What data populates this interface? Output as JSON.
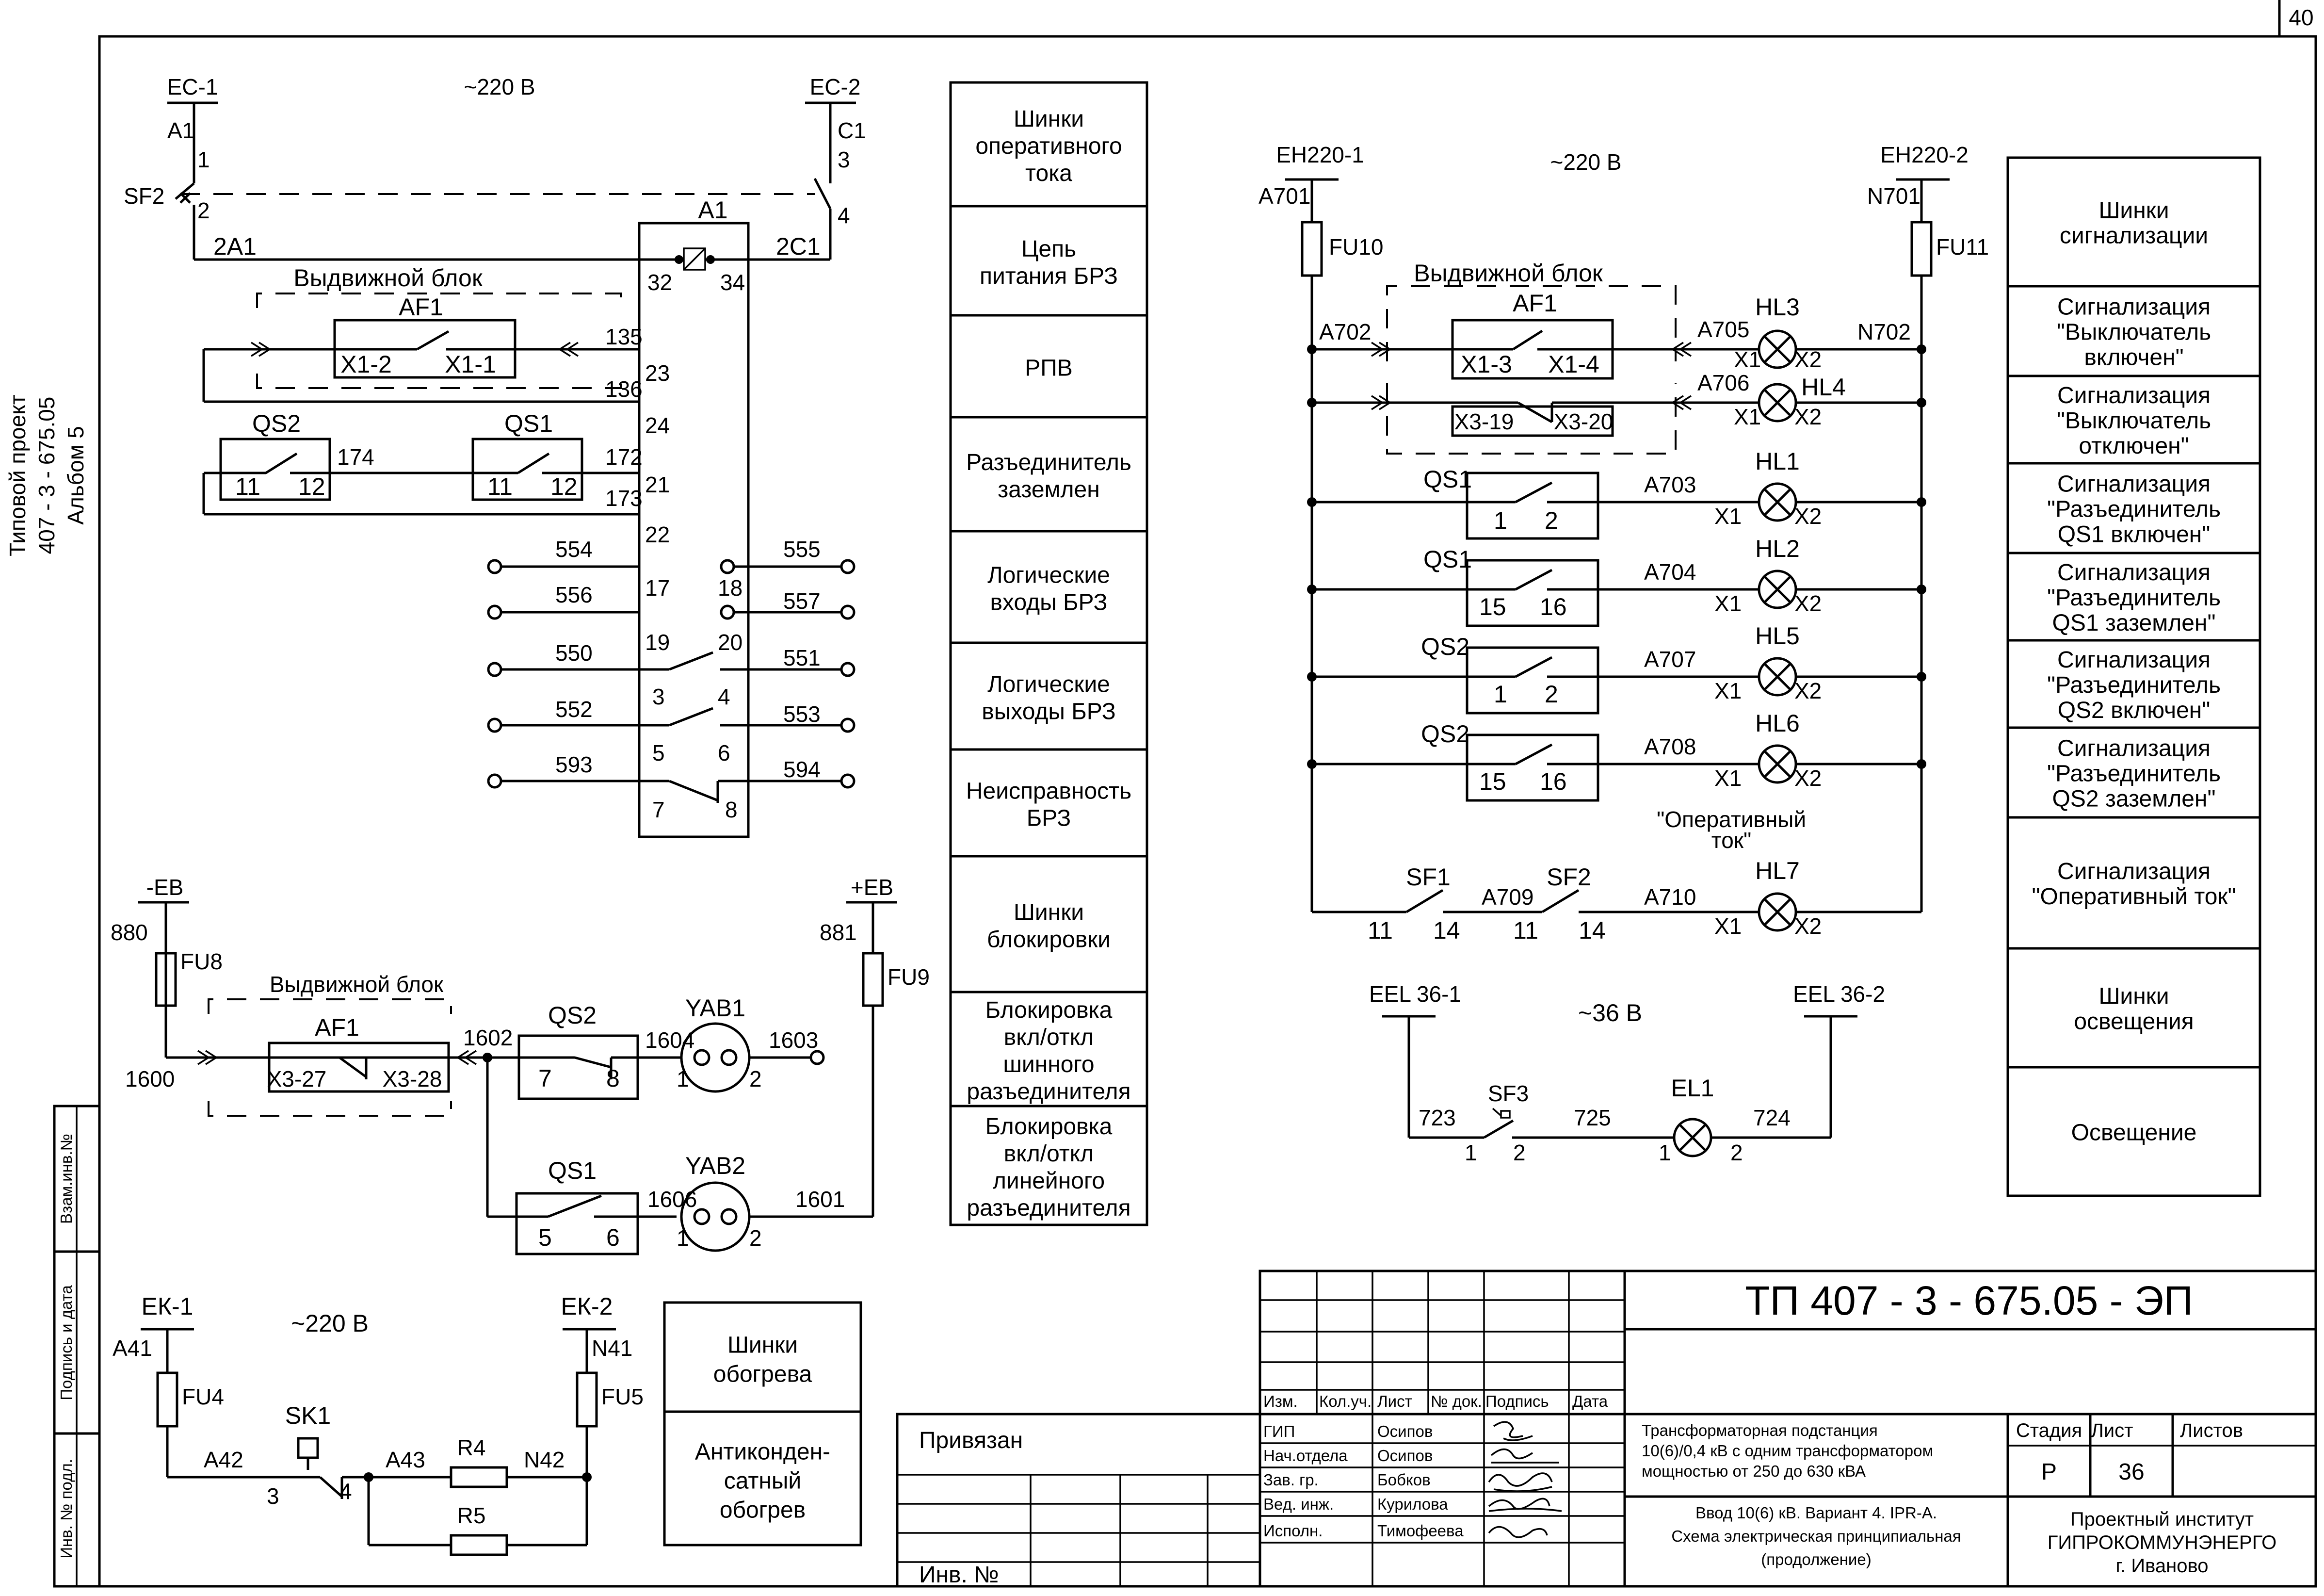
{
  "page_number": "40",
  "side": {
    "title_line1": "Типовой проект",
    "title_line2": "407 - 3 - 675.05",
    "title_line3": "Альбом  5",
    "field_inv_replace": "Взам.инв.№",
    "field_sign_date": "Подпись и дата",
    "field_inv_orig": "Инв. № подл."
  },
  "diagrams": {
    "brz": {
      "bus_left": "ЕС-1",
      "bus_right": "ЕС-2",
      "voltage": "~220 В",
      "unit": "А1",
      "breaker": "SF2",
      "wire_a1": "А1",
      "wire_c1": "С1",
      "wire_2a1": "2А1",
      "wire_2c1": "2С1",
      "pin_1": "1",
      "pin_2": "2",
      "pin_3": "3",
      "pin_4": "4",
      "drawout": "Выдвижной блок",
      "af": "АF1",
      "x1_2": "Х1-2",
      "x1_1": "Х1-1",
      "qs2": "QS2",
      "qs1": "QS1",
      "c11": "11",
      "c12": "12",
      "w135": "135",
      "w136": "136",
      "w174": "174",
      "w172": "172",
      "w173": "173",
      "t32": "32",
      "t34": "34",
      "t23": "23",
      "t24": "24",
      "t21": "21",
      "t22": "22",
      "t17": "17",
      "t18": "18",
      "t19": "19",
      "t20": "20",
      "t3": "3",
      "t4": "4",
      "t5": "5",
      "t6": "6",
      "t7": "7",
      "t8": "8",
      "w554": "554",
      "w555": "555",
      "w556": "556",
      "w557": "557",
      "w550": "550",
      "w551": "551",
      "w552": "552",
      "w553": "553",
      "w593": "593",
      "w594": "594"
    },
    "lock": {
      "bus_minus": "-ЕВ",
      "bus_plus": "+ЕВ",
      "w880": "880",
      "w881": "881",
      "fu8": "FU8",
      "fu9": "FU9",
      "drawout": "Выдвижной блок",
      "af": "АF1",
      "x3_27": "Х3-27",
      "x3_28": "Х3-28",
      "w1600": "1600",
      "w1602": "1602",
      "w1604": "1604",
      "w1603": "1603",
      "w1606": "1606",
      "w1601": "1601",
      "qs2": "QS2",
      "qs1": "QS1",
      "c7": "7",
      "c8": "8",
      "c5": "5",
      "c6": "6",
      "yab1": "YAB1",
      "yab2": "YAB2",
      "p1": "1",
      "p2": "2"
    },
    "heat": {
      "bus_left": "ЕК-1",
      "bus_right": "ЕК-2",
      "voltage": "~220 В",
      "a41": "А41",
      "n41": "N41",
      "fu4": "FU4",
      "fu5": "FU5",
      "sk1": "SK1",
      "a42": "А42",
      "a43": "А43",
      "n42": "N42",
      "r4": "R4",
      "r5": "R5",
      "p3": "3",
      "p4": "4"
    },
    "signal": {
      "bus_left": "ЕН220-1",
      "bus_right": "ЕН220-2",
      "voltage": "~220 В",
      "a701": "А701",
      "n701": "N701",
      "fu10": "FU10",
      "fu11": "FU11",
      "drawout": "Выдвижной блок",
      "af": "АF1",
      "x1_3": "Х1-3",
      "x1_4": "Х1-4",
      "x3_19": "Х3-19",
      "x3_20": "Х3-20",
      "a702": "А702",
      "a705": "А705",
      "a706": "А706",
      "n702": "N702",
      "a703": "А703",
      "a704": "А704",
      "a707": "А707",
      "a708": "А708",
      "a709": "А709",
      "a710": "А710",
      "hl1": "HL1",
      "hl2": "HL2",
      "hl3": "HL3",
      "hl4": "HL4",
      "hl5": "HL5",
      "hl6": "HL6",
      "hl7": "HL7",
      "x1": "Х1",
      "x2": "Х2",
      "qs1": "QS1",
      "qs2": "QS2",
      "c1": "1",
      "c2": "2",
      "c15": "15",
      "c16": "16",
      "sf1": "SF1",
      "sf2": "SF2",
      "c11": "11",
      "c14": "14",
      "op_line1": "\"Оперативный",
      "op_line2": "ток\""
    },
    "light": {
      "bus_left": "ЕЕL 36-1",
      "bus_right": "ЕЕL 36-2",
      "voltage": "~36 В",
      "sf3": "SF3",
      "el1": "EL1",
      "w723": "723",
      "w725": "725",
      "w724": "724",
      "p1": "1",
      "p2": "2"
    }
  },
  "legend_left": [
    {
      "lines": [
        "Шинки",
        "оперативного",
        "тока"
      ]
    },
    {
      "lines": [
        "Цепь",
        "питания БРЗ"
      ]
    },
    {
      "lines": [
        "РПВ"
      ]
    },
    {
      "lines": [
        "Разъединитель",
        "заземлен"
      ]
    },
    {
      "lines": [
        "Логические",
        "входы БРЗ"
      ]
    },
    {
      "lines": [
        "Логические",
        "выходы БРЗ"
      ]
    },
    {
      "lines": [
        "Неисправность",
        "БРЗ"
      ]
    },
    {
      "lines": [
        "Шинки",
        "блокировки"
      ]
    },
    {
      "lines": [
        "Блокировка",
        "вкл/откл",
        "шинного",
        "разъединителя"
      ]
    },
    {
      "lines": [
        "Блокировка",
        "вкл/откл",
        "линейного",
        "разъединителя"
      ]
    }
  ],
  "legend_right": [
    {
      "lines": [
        "Шинки",
        "сигнализации"
      ]
    },
    {
      "lines": [
        "Сигнализация",
        "\"Выключатель",
        "включен\""
      ]
    },
    {
      "lines": [
        "Сигнализация",
        "\"Выключатель",
        "отключен\""
      ]
    },
    {
      "lines": [
        "Сигнализация",
        "\"Разъединитель",
        "QS1 включен\""
      ]
    },
    {
      "lines": [
        "Сигнализация",
        "\"Разъединитель",
        "QS1 заземлен\""
      ]
    },
    {
      "lines": [
        "Сигнализация",
        "\"Разъединитель",
        "QS2 включен\""
      ]
    },
    {
      "lines": [
        "Сигнализация",
        "\"Разъединитель",
        "QS2 заземлен\""
      ]
    },
    {
      "lines": [
        "Сигнализация",
        "\"Оперативный ток\""
      ]
    },
    {
      "lines": [
        "Шинки",
        "освещения"
      ]
    },
    {
      "lines": [
        "Освещение"
      ]
    }
  ],
  "legend_heat": [
    {
      "lines": [
        "Шинки",
        "обогрева"
      ]
    },
    {
      "lines": [
        "Антиконден-",
        "сатный",
        "обогрев"
      ]
    }
  ],
  "stamp": {
    "code": "ТП  407 - 3 - 675.05 - ЭП",
    "linked": "Привязан",
    "inv_no": "Инв. №",
    "col_change": "Изм.",
    "col_qty": "Кол.уч.",
    "col_sheet": "Лист",
    "col_doc": "№ док.",
    "col_sign": "Подпись",
    "col_date": "Дата",
    "roles": [
      "ГИП",
      "Нач.отдела",
      "Зав. гр.",
      "Вед. инж.",
      "Исполн."
    ],
    "names": [
      "Осипов",
      "Осипов",
      "Бобков",
      "Курилова",
      "Тимофеева"
    ],
    "title_lines": [
      "Трансформаторная подстанция",
      "10(6)/0,4 кВ с одним трансформатором",
      "мощностью от 250 до 630 кВА"
    ],
    "desc_lines": [
      "Ввод 10(6) кВ. Вариант 4. IPR-A.",
      "Схема электрическая принципиальная",
      "(продолжение)"
    ],
    "stage_label": "Стадия",
    "sheet_label": "Лист",
    "sheets_label": "Листов",
    "stage": "Р",
    "sheet": "36",
    "org_lines": [
      "Проектный институт",
      "ГИПРОКОММУНЭНЕРГО",
      "г. Иваново"
    ]
  }
}
